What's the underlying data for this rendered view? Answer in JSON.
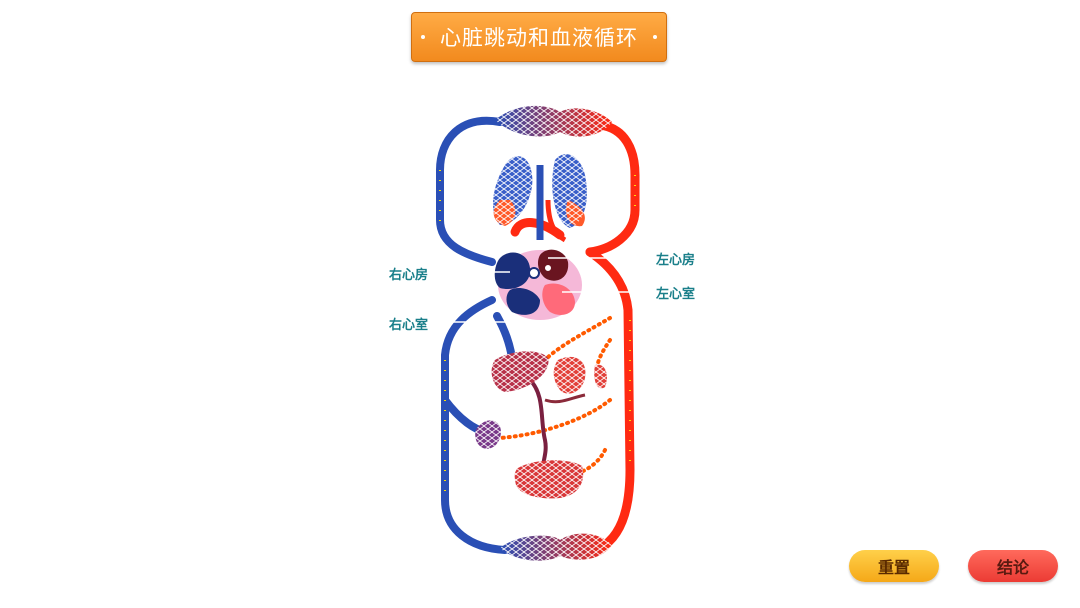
{
  "title": "心脏跳动和血液循环",
  "labels": {
    "right_atrium": "右心房",
    "right_ventricle": "右心室",
    "left_atrium": "左心房",
    "left_ventricle": "左心室"
  },
  "buttons": {
    "reset": "重置",
    "conclusion": "结论"
  },
  "colors": {
    "venous_blue": "#2a4fb5",
    "arterial_red": "#ff2a12",
    "title_orange": "#f59a2c",
    "label_teal": "#1a7f8a",
    "reset_yellow": "#f7b928",
    "conclusion_red": "#f04a40"
  }
}
